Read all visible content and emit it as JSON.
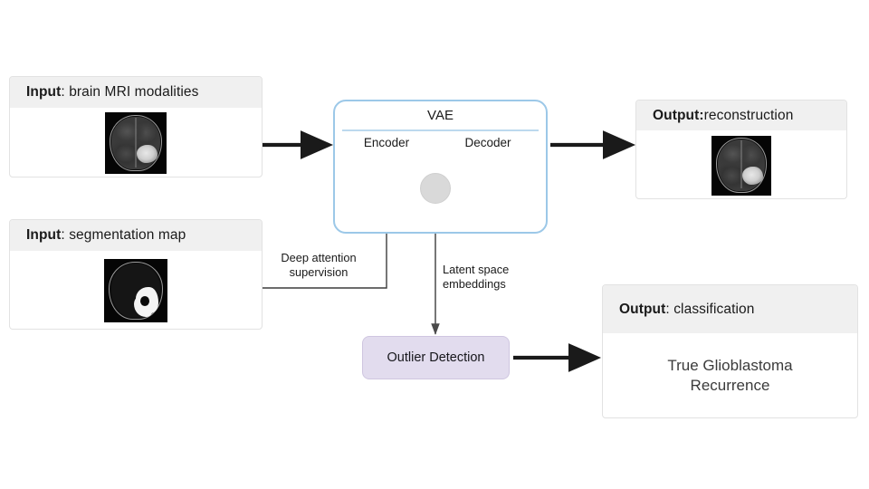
{
  "diagram": {
    "title": "VAE-based glioblastoma recurrence pipeline",
    "background": "#ffffff",
    "accent_blue": "#9cc8e8",
    "accent_purple": "#e2dcee",
    "header_gray": "#f0f0f0",
    "node_gray": "#ececec",
    "edge_black": "#1a1a1a"
  },
  "inputs": [
    {
      "id": "input-mri",
      "label_strong": "Input",
      "label_rest": " : brain MRI modalities",
      "image_alt": "axial brain MRI slice with bright posterior lesion"
    },
    {
      "id": "input-seg",
      "label_strong": "Input",
      "label_rest": " : segmentation map",
      "image_alt": "binary segmentation mask of tumour region"
    }
  ],
  "vae": {
    "title": "VAE",
    "encoder_label": "Encoder",
    "decoder_label": "Decoder",
    "latent_alt": "latent-space-node"
  },
  "outlier": {
    "label": "Outlier Detection"
  },
  "outputs": [
    {
      "id": "output-reconstruction",
      "label_strong": "Output:",
      "label_rest": " reconstruction",
      "image_alt": "reconstructed axial brain MRI slice"
    },
    {
      "id": "output-classification",
      "label_strong": "Output",
      "label_rest": ": classification",
      "result": "True Glioblastoma\nRecurrence"
    }
  ],
  "edge_labels": [
    {
      "id": "deep-attention",
      "text": "Deep attention\nsupervision"
    },
    {
      "id": "latent-embeddings",
      "text": "Latent space\nembeddings"
    }
  ]
}
